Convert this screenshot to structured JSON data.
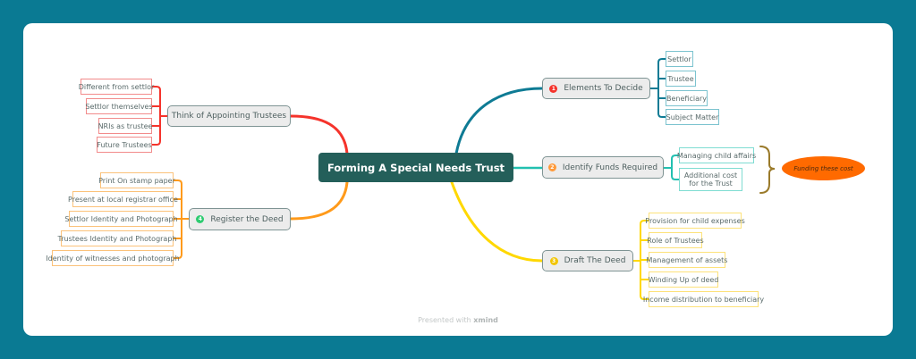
{
  "central": "Forming A Special Needs Trust",
  "colors": {
    "background": "#0a7a93",
    "central": "#245f5a",
    "red": "#f5332b",
    "orange": "#ff9a1a",
    "teal": "#0e7b94",
    "cyan": "#22c0b0",
    "yellow": "#ffd800",
    "callout": "#ff6a00"
  },
  "branches": {
    "trustees": {
      "label": "Think of Appointing Trustees",
      "children": [
        "Different from settlor",
        "Settlor themselves",
        "NRIs as trustee",
        "Future Trustees"
      ]
    },
    "register": {
      "number": "4",
      "label": "Register the Deed",
      "children": [
        "Print On stamp paper",
        "Present at local registrar office",
        "Settlor Identity and Photograph",
        "Trustees Identity and Photograph",
        "Identity of witnesses and photograph"
      ]
    },
    "elements": {
      "number": "1",
      "label": "Elements To Decide",
      "children": [
        "Settlor",
        "Trustee",
        "Beneficiary",
        "Subject Matter"
      ]
    },
    "funds": {
      "number": "2",
      "label": "Identify Funds Required",
      "children": [
        "Managing child affairs",
        "Additional cost for the Trust"
      ],
      "summary": "Funding these cost"
    },
    "draft": {
      "number": "3",
      "label": "Draft The Deed",
      "children": [
        "Provision for child expenses",
        "Role of Trustees",
        "Management of assets",
        "Winding Up of deed",
        "Income distribution to beneficiary"
      ]
    }
  },
  "footer": {
    "prefix": "Presented with",
    "brand": "xmind"
  }
}
